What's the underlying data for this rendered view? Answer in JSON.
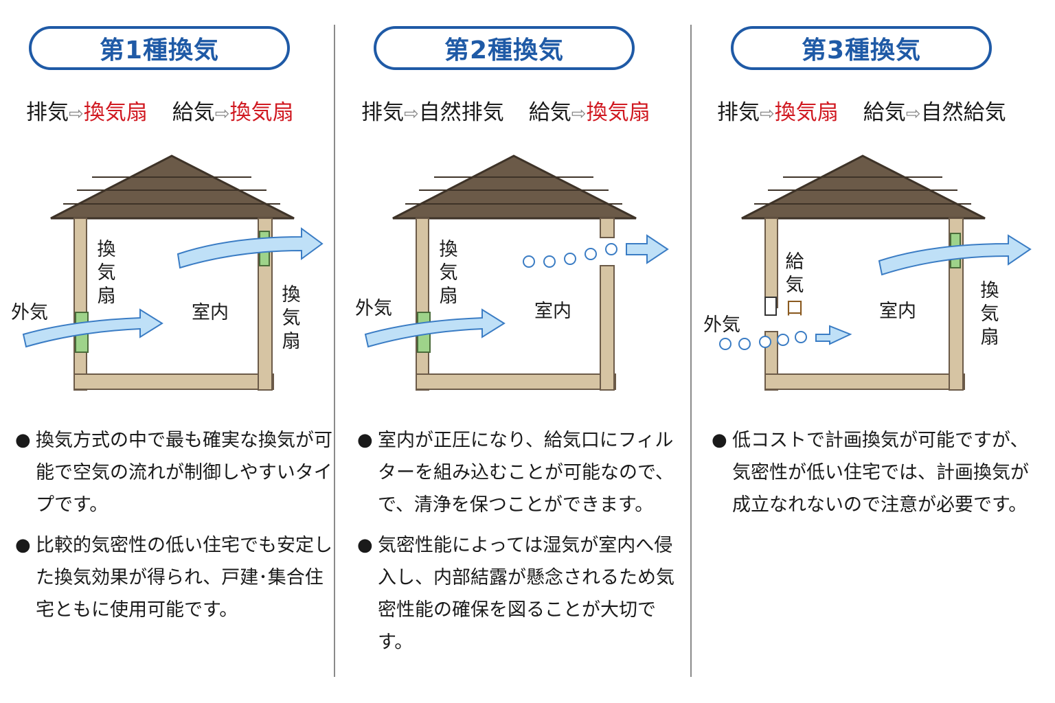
{
  "types": [
    {
      "title": "第1種換気",
      "exhaust_label": "排気",
      "exhaust_value": "換気扇",
      "supply_label": "給気",
      "supply_value": "換気扇",
      "labels": {
        "outside": "外気",
        "inside": "室内",
        "left_device": "換気扇",
        "right_device": "換気扇"
      },
      "notes": [
        "換気方式の中で最も確実な換気が可能で空気の流れが制御しやすいタイプです。",
        "比較的気密性の低い住宅でも安定した換気効果が得られ、戸建･集合住宅ともに使用可能です。"
      ]
    },
    {
      "title": "第2種換気",
      "exhaust_label": "排気",
      "exhaust_value": "自然排気",
      "supply_label": "給気",
      "supply_value": "換気扇",
      "labels": {
        "outside": "外気",
        "inside": "室内",
        "left_device": "換気扇"
      },
      "notes": [
        "室内が正圧になり、給気口にフィルターを組み込むことが可能なので、で、清浄を保つことができます。",
        "気密性能によっては湿気が室内へ侵入し、内部結露が懸念されるため気密性能の確保を図ることが大切です。"
      ]
    },
    {
      "title": "第3種換気",
      "exhaust_label": "排気",
      "exhaust_value": "換気扇",
      "supply_label": "給気",
      "supply_value": "自然給気",
      "labels": {
        "outside": "外気",
        "inside": "室内",
        "left_device_a": "給気",
        "left_device_b": "口",
        "right_device": "換気扇"
      },
      "notes": [
        "低コストで計画換気が可能ですが、気密性が低い住宅では、計画換気が成立なれないので注意が必要です。"
      ]
    }
  ],
  "arrow_symbol": "⇨",
  "bullet_symbol": "●",
  "colors": {
    "accent_blue": "#1f5aa6",
    "red": "#d01820",
    "roof": "#6b5a48",
    "wall": "#d6c4a3",
    "air": "#bfe0f7",
    "air_stroke": "#3a7cc4",
    "fan": "#9ed38a"
  }
}
